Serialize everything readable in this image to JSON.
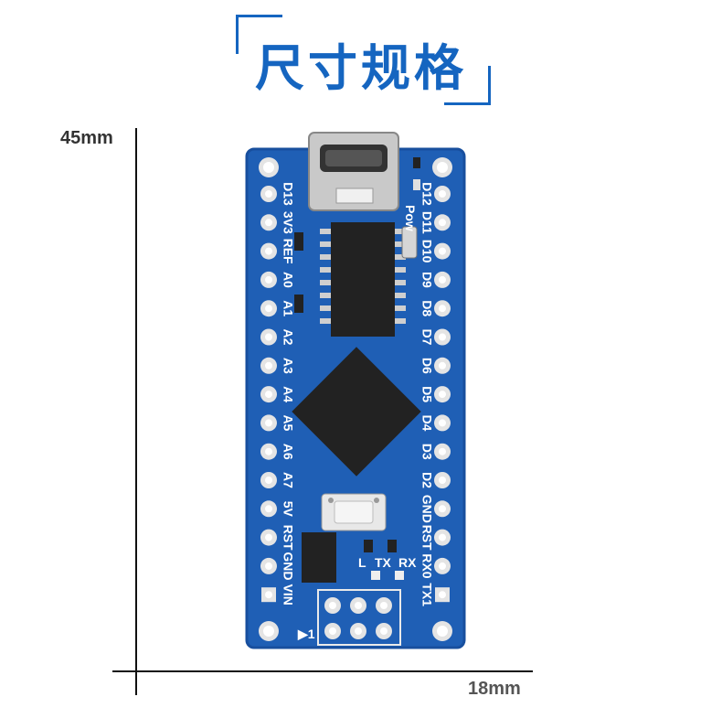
{
  "header": {
    "title": "尺寸规格"
  },
  "dimensions": {
    "height": "45mm",
    "width": "18mm"
  },
  "board": {
    "left_pins": [
      "D13",
      "3V3",
      "REF",
      "A0",
      "A1",
      "A2",
      "A3",
      "A4",
      "A5",
      "A6",
      "A7",
      "5V",
      "RST",
      "GND",
      "VIN"
    ],
    "right_pins": [
      "D12",
      "D11",
      "D10",
      "D9",
      "D8",
      "D7",
      "D6",
      "D5",
      "D4",
      "D3",
      "D2",
      "GND",
      "RST",
      "RX0",
      "TX1"
    ],
    "small_labels": {
      "pow": "Pow",
      "l": "L",
      "tx": "TX",
      "rx": "RX",
      "pin1": "▶1"
    },
    "colors": {
      "pcb": "#1f5fb5",
      "pcb_edge": "#184f9e",
      "chip": "#222222",
      "usb": "#c9c9c9",
      "pad": "#e4e4e4"
    }
  }
}
